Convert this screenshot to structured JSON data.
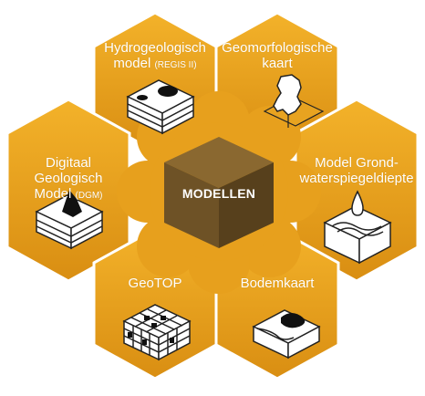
{
  "center": {
    "label": "MODELLEN"
  },
  "tiles": [
    {
      "id": "regis",
      "line1": "Hydrogeologisch",
      "line2": "model",
      "line2_sub": "(REGIS II)",
      "icon": "layered-aquifer-block-icon"
    },
    {
      "id": "geomorf",
      "line1": "Geomorfologische",
      "line2": "kaart",
      "icon": "netherlands-map-icon"
    },
    {
      "id": "dgm",
      "line1": "Digitaal Geologisch",
      "line2": "Model",
      "line2_sub": "(DGM)",
      "icon": "layered-block-with-peak-icon"
    },
    {
      "id": "grondwater",
      "line1": "Model Grond-",
      "line2": "waterspiegeldiepte",
      "icon": "water-drop-block-icon"
    },
    {
      "id": "geotop",
      "line1": "GeoTOP",
      "icon": "voxel-grid-icon"
    },
    {
      "id": "bodem",
      "line1": "Bodemkaart",
      "icon": "soil-map-block-icon"
    }
  ],
  "colors": {
    "tile_light": "#F3B22A",
    "tile_dark": "#D98E12",
    "tile_outline": "#A86A0A",
    "center_cube_top": "#8A6830",
    "center_cube_left": "#6E5226",
    "center_cube_right": "#57401C",
    "center_flower": "#E7A01D"
  }
}
